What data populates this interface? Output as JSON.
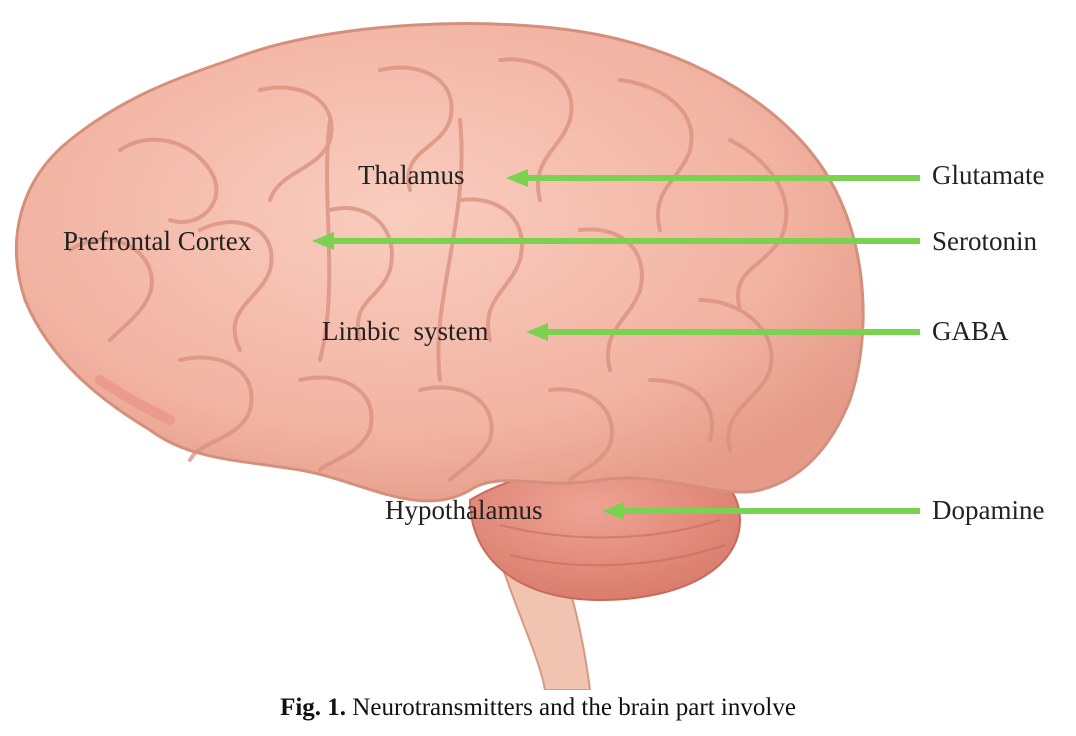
{
  "diagram": {
    "mappings": [
      {
        "region": "Thalamus",
        "neurotransmitter": "Glutamate"
      },
      {
        "region": "Prefrontal Cortex",
        "neurotransmitter": "Serotonin"
      },
      {
        "region": "Limbic  system",
        "neurotransmitter": "GABA"
      },
      {
        "region": "Hypothalamus",
        "neurotransmitter": "Dopamine"
      }
    ],
    "arrow_color": "#7bd251",
    "brain_color": "#f3b6a6",
    "caption_prefix": "Fig. 1.",
    "caption_text": " Neurotransmitters and the brain part involve"
  }
}
